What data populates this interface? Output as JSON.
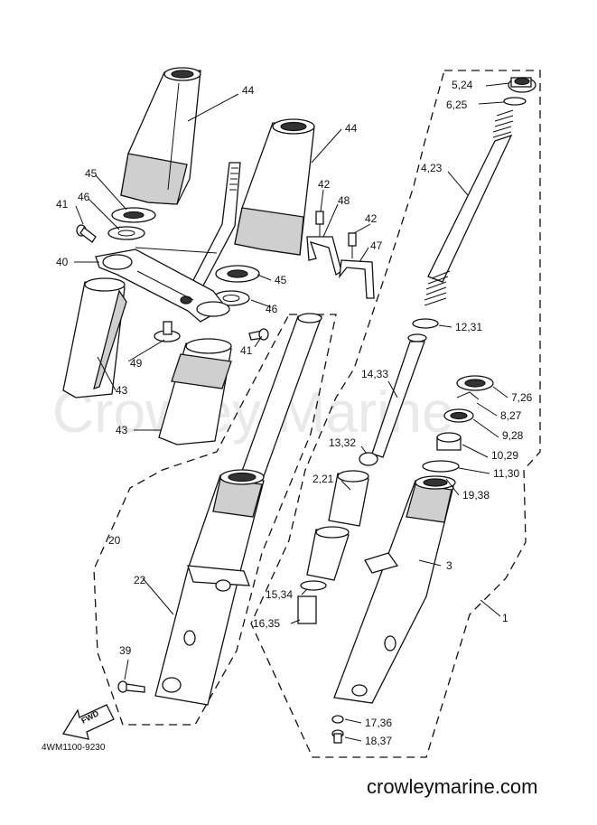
{
  "watermark": "Crowley Marine",
  "drawing_code": "4WM1100-9230",
  "footer_site": "crowleymarine.com",
  "fwd_label": "FWD",
  "callouts": {
    "c44a": "44",
    "c44b": "44",
    "c45a": "45",
    "c45b": "45",
    "c46a": "46",
    "c46b": "46",
    "c41a": "41",
    "c41b": "41",
    "c42a": "42",
    "c42b": "42",
    "c48": "48",
    "c47": "47",
    "c40": "40",
    "c49": "49",
    "c43a": "43",
    "c43b": "43",
    "c20": "20",
    "c22": "22",
    "c39": "39",
    "c5_24": "5,24",
    "c6_25": "6,25",
    "c4_23": "4,23",
    "c12_31": "12,31",
    "c14_33": "14,33",
    "c7_26": "7,26",
    "c8_27": "8,27",
    "c9_28": "9,28",
    "c13_32": "13,32",
    "c10_29": "10,29",
    "c11_30": "11,30",
    "c2_21": "2,21",
    "c19_38": "19,38",
    "c3": "3",
    "c1": "1",
    "c15_34": "15,34",
    "c16_35": "16,35",
    "c17_36": "17,36",
    "c18_37": "18,37"
  }
}
